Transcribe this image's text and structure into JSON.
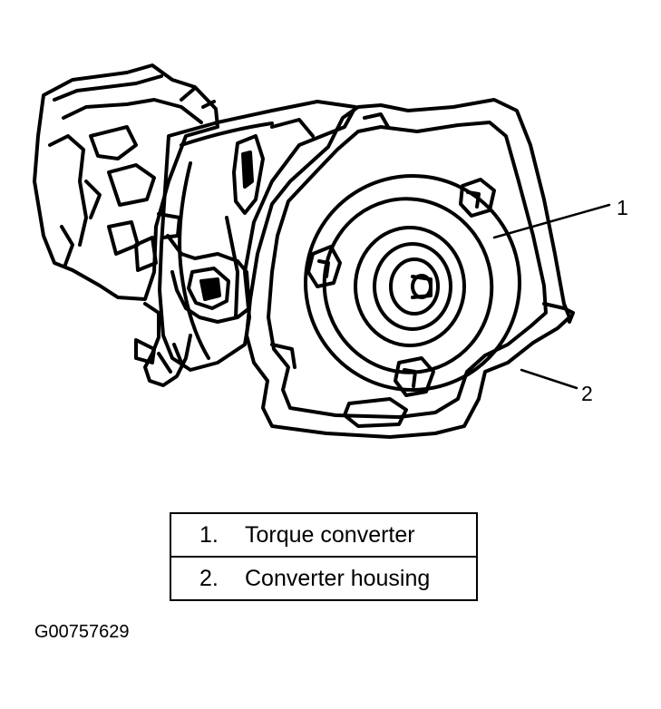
{
  "callouts": [
    {
      "number": "1"
    },
    {
      "number": "2"
    }
  ],
  "legend": [
    {
      "number": "1.",
      "label": "Torque converter"
    },
    {
      "number": "2.",
      "label": "Converter housing"
    }
  ],
  "figure_id": "G00757629"
}
